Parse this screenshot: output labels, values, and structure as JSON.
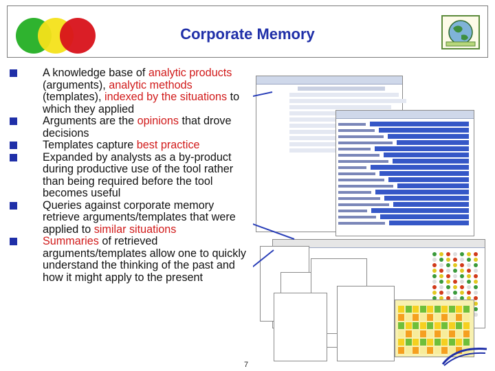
{
  "slide": {
    "title": "Corporate Memory",
    "page_number": "7"
  },
  "bullets": [
    {
      "segments": [
        {
          "text": "A knowledge base of ",
          "highlight": false
        },
        {
          "text": "analytic products",
          "highlight": true
        },
        {
          "text": " (arguments), ",
          "highlight": false
        },
        {
          "text": "analytic methods",
          "highlight": true
        },
        {
          "text": " (templates), ",
          "highlight": false
        },
        {
          "text": "indexed by the situations",
          "highlight": true
        },
        {
          "text": " to which they applied",
          "highlight": false
        }
      ]
    },
    {
      "segments": [
        {
          "text": "Arguments are the ",
          "highlight": false
        },
        {
          "text": "opinions",
          "highlight": true
        },
        {
          "text": " that drove decisions",
          "highlight": false
        }
      ]
    },
    {
      "segments": [
        {
          "text": "Templates capture ",
          "highlight": false
        },
        {
          "text": "best practice",
          "highlight": true
        }
      ]
    },
    {
      "segments": [
        {
          "text": "Expanded by analysts as a by-product during productive use of the tool rather than being required before the tool becomes useful",
          "highlight": false
        }
      ]
    },
    {
      "segments": [
        {
          "text": "Queries against corporate memory retrieve arguments/templates that were applied to ",
          "highlight": false
        },
        {
          "text": "similar situations",
          "highlight": true
        }
      ]
    },
    {
      "segments": [
        {
          "text": "Summaries",
          "highlight": true
        },
        {
          "text": " of retrieved arguments/templates allow one to quickly understand the thinking of the past and how it might apply to the present",
          "highlight": false
        }
      ]
    }
  ],
  "colors": {
    "title": "#1f2fa8",
    "highlight": "#d11a1a",
    "bullet_marker": "#1f2fa8"
  },
  "icons": [
    "traffic-light-circles-logo",
    "globe-logo"
  ]
}
